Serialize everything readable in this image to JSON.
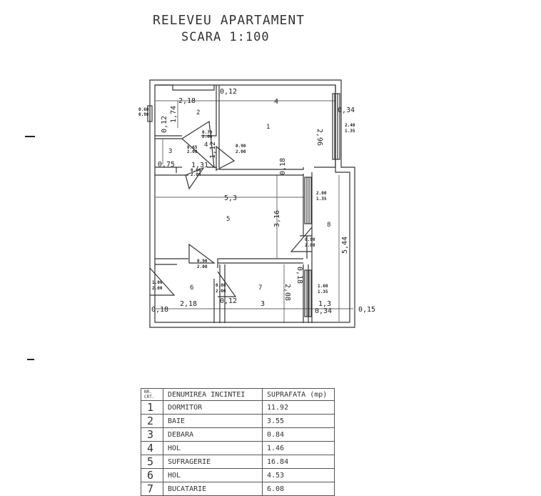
{
  "header": {
    "title": "RELEVEU APARTAMENT",
    "scale": "SCARA 1:100"
  },
  "plan": {
    "rooms": [
      "1",
      "2",
      "3",
      "4",
      "5",
      "6",
      "7",
      "8"
    ],
    "dimensions": {
      "d_2_18_top": "2,18",
      "d_0_12_top": "0,12",
      "d_4": "4",
      "d_1_74": "1,74",
      "d_0_12_left": "0,12",
      "d_2_96": "2,96",
      "d_0_34_top": "0,34",
      "d_0_75": "0,75",
      "d_1_31": "1,31",
      "d_1_12": "1,12",
      "d_0_18_mid": "0,18",
      "d_5_3": "5,3",
      "d_3_16": "3,16",
      "d_5_44": "5,44",
      "d_0_18_low": "0,18",
      "d_2_08": "2,08",
      "d_0_18_left": "0,18",
      "d_2_18_bot": "2,18",
      "d_0_12_bot": "0,12",
      "d_3": "3",
      "d_1_3": "1,3",
      "d_0_34_bot": "0,34",
      "d_0_15": "0,15"
    },
    "openings": {
      "win_left": [
        "0.60",
        "0.90"
      ],
      "win_right": [
        "2.40",
        "1.35"
      ],
      "door_2": [
        "0.70",
        "2.00"
      ],
      "door_3": [
        "0.65",
        "2.00"
      ],
      "door_1": [
        "0.90",
        "2.00"
      ],
      "door_4": [
        "0.90",
        "2.00"
      ],
      "win_8a": [
        "2.00",
        "1.35"
      ],
      "door_8": [
        "0.80",
        "2.00"
      ],
      "door_5": [
        "0.90",
        "2.00"
      ],
      "door_6": [
        "1.00",
        "2.00"
      ],
      "door_7": [
        "0.80",
        "2.00"
      ],
      "win_8b": [
        "1.60",
        "1.35"
      ]
    }
  },
  "table": {
    "headers": {
      "nr": [
        "NR.",
        "CRT."
      ],
      "name": "DENUMIREA INCINTEI",
      "area": "SUPRAFATA (mp)"
    },
    "rows": [
      {
        "nr": "1",
        "name": "DORMITOR",
        "area": "11.92"
      },
      {
        "nr": "2",
        "name": "BAIE",
        "area": "3.55"
      },
      {
        "nr": "3",
        "name": "DEBARA",
        "area": "0.84"
      },
      {
        "nr": "4",
        "name": "HOL",
        "area": "1.46"
      },
      {
        "nr": "5",
        "name": "SUFRAGERIE",
        "area": "16.84"
      },
      {
        "nr": "6",
        "name": "HOL",
        "area": "4.53"
      },
      {
        "nr": "7",
        "name": "BUCATARIE",
        "area": "6.08"
      }
    ]
  }
}
